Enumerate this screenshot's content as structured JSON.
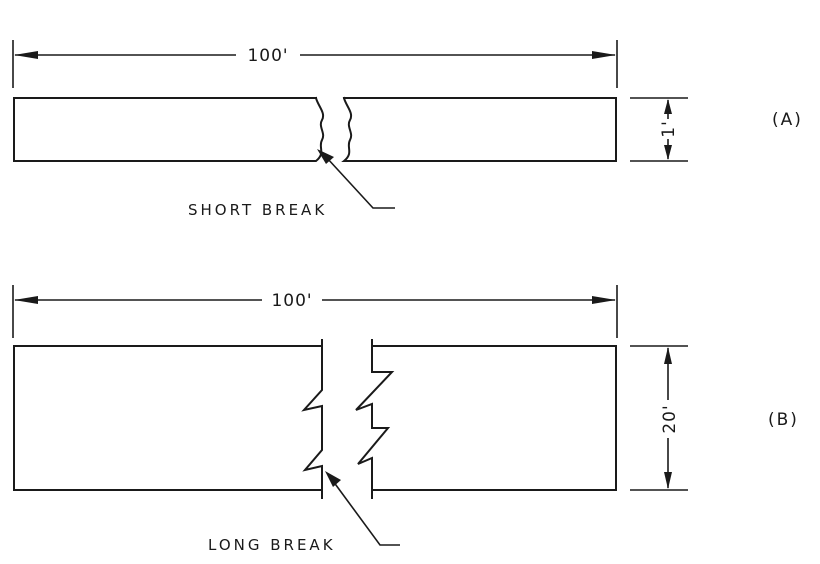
{
  "figure_a": {
    "length_label": "100'",
    "height_label": "1'",
    "break_label": "SHORT BREAK",
    "view_tag": "(A)"
  },
  "figure_b": {
    "length_label": "100'",
    "height_label": "20'",
    "break_label": "LONG BREAK",
    "view_tag": "(B)"
  }
}
